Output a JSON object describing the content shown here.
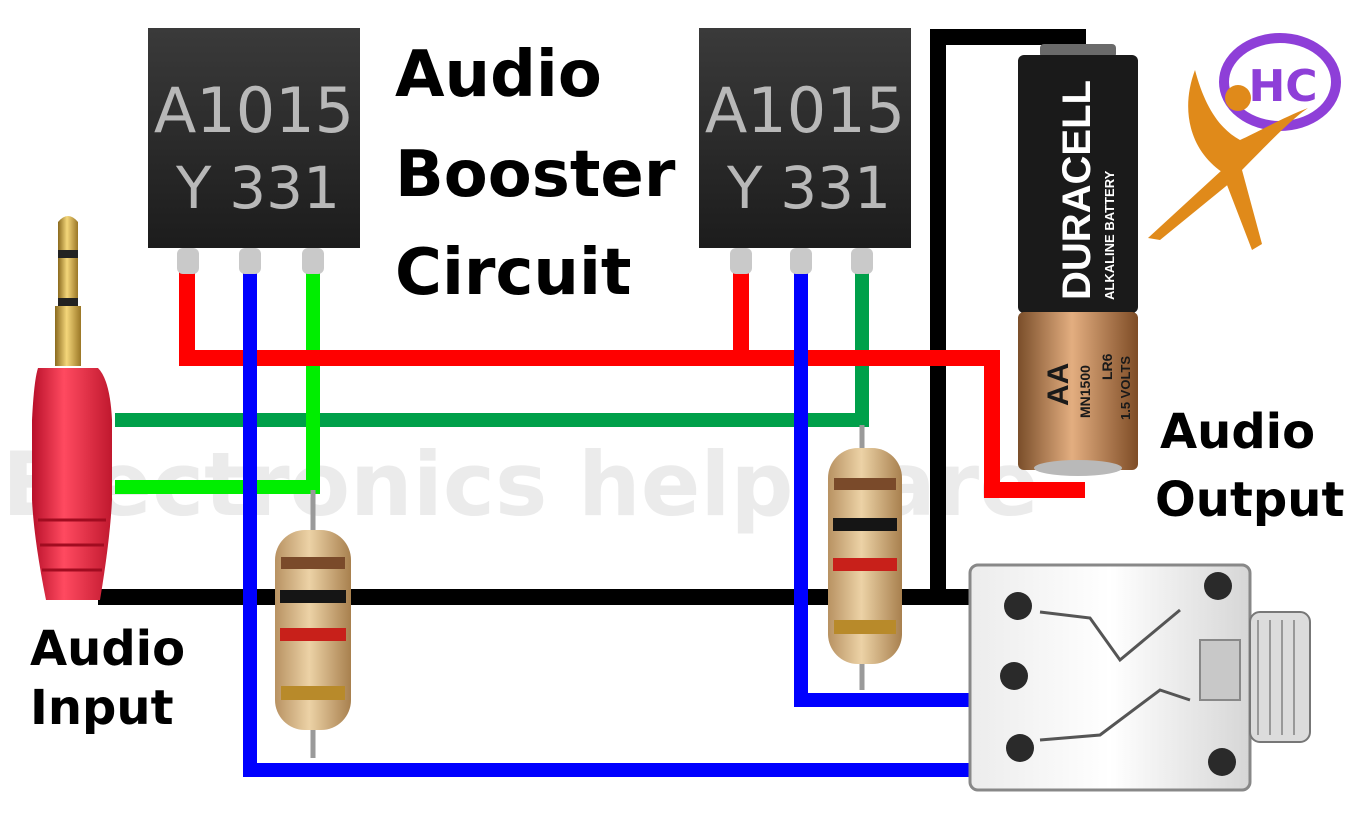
{
  "title": {
    "line1": "Audio",
    "line2": "Booster",
    "line3": "Circuit"
  },
  "watermark": "Electronics help care",
  "logo": {
    "text": "HC"
  },
  "transistors": [
    {
      "line1": "A1015",
      "line2_left": "Y",
      "line2_right": "331"
    },
    {
      "line1": "A1015",
      "line2_left": "Y",
      "line2_right": "331"
    }
  ],
  "battery": {
    "brand": "DURACELL",
    "type": "ALKALINE BATTERY",
    "size": "AA",
    "model": "MN1500",
    "iec": "LR6",
    "voltage": "1.5 VOLTS"
  },
  "labels": {
    "audio_input_line1": "Audio",
    "audio_input_line2": "Input",
    "audio_output_line1": "Audio",
    "audio_output_line2": "Output"
  },
  "wire_colors": {
    "red": "#ff0000",
    "blue": "#0000ff",
    "green": "#00ee00",
    "dark_green": "#00a04a",
    "black": "#000000"
  },
  "logo_colors": {
    "ring": "#8e3fd8",
    "figure": "#e08a1a"
  }
}
